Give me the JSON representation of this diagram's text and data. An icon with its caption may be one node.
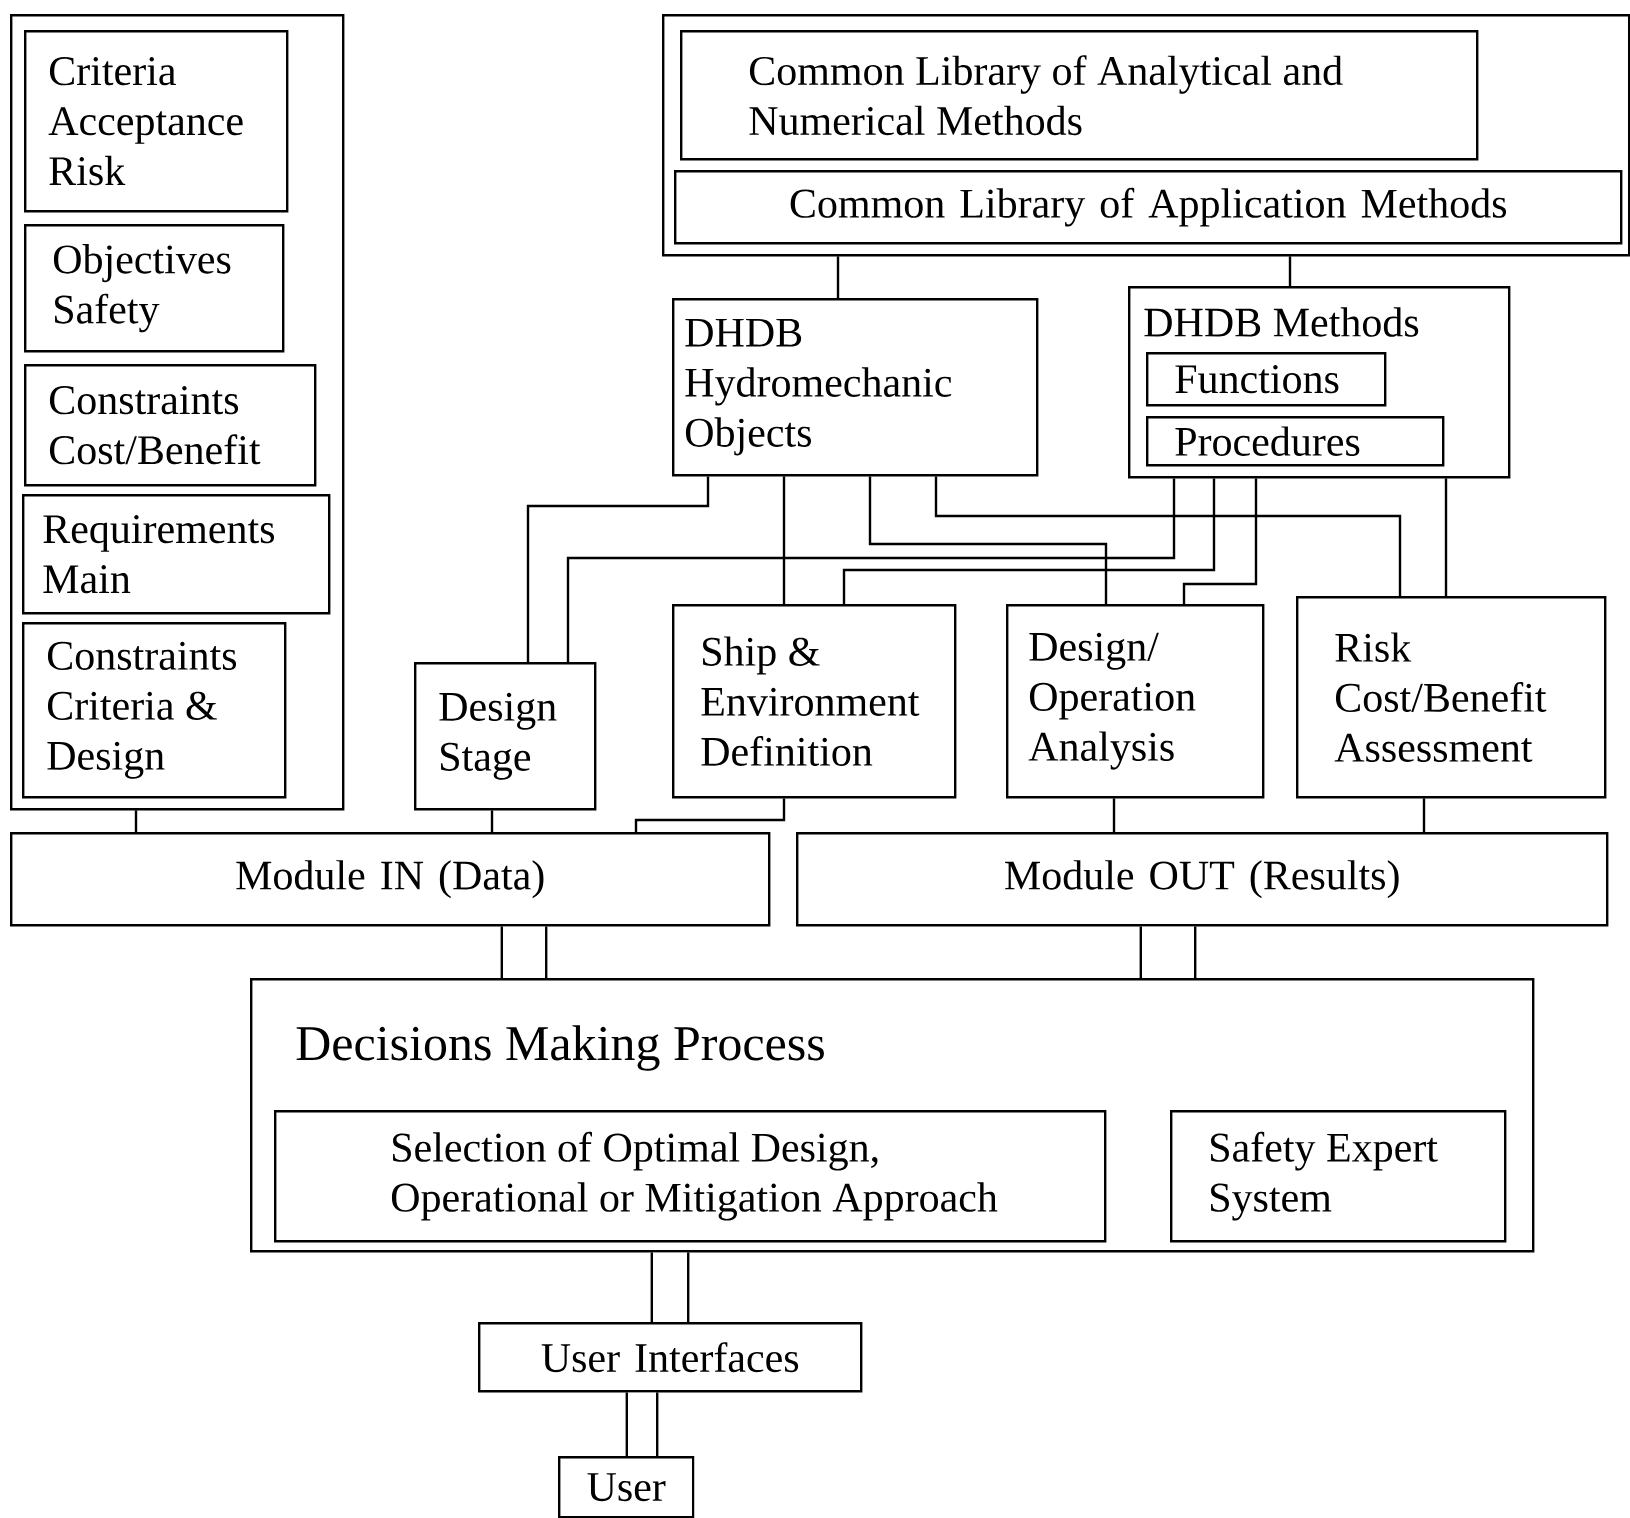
{
  "diagram": {
    "nodes": [
      {
        "text": [],
        "shape": "box"
      },
      {
        "text": [
          "Criteria Acceptance Risk"
        ],
        "in": 0
      },
      {
        "text": [
          "Objectives Safety"
        ],
        "in": 0
      },
      {
        "text": [
          "Constraints Cost/Benefit"
        ],
        "in": 0
      },
      {
        "text": [
          "Requirements Main"
        ],
        "in": 0
      },
      {
        "text": [
          "Constraints Criteria & Design"
        ],
        "in": 0
      },
      {
        "text": [],
        "shape": "box"
      },
      {
        "text": [
          "Common Library of Analytical and Numerical Methods"
        ],
        "in": 6
      },
      {
        "text": [
          "Common Library of Application Methods"
        ],
        "in": 6
      },
      {
        "text": [
          "DHDB Hydromechanic Objects"
        ]
      },
      {
        "text": [
          "DHDB Methods"
        ]
      },
      {
        "text": [
          "Functions"
        ],
        "in": 10
      },
      {
        "text": [
          "Procedures"
        ],
        "in": 10
      },
      {
        "text": [
          "Design Stage"
        ]
      },
      {
        "text": [
          "Ship & Environment Definition"
        ]
      },
      {
        "text": [
          "Design/ Operation Analysis"
        ]
      },
      {
        "text": [
          "Risk Cost/Benefit Assessment"
        ]
      },
      {
        "text": [
          "Module IN (Data)"
        ]
      },
      {
        "text": [
          "Module OUT (Results)"
        ]
      },
      {
        "text": [
          "Decisions Making Process"
        ]
      },
      {
        "text": [
          "Selection of Optimal Design, Operational or Mitigation Approach"
        ],
        "in": 19
      },
      {
        "text": [
          "Safety Expert System"
        ],
        "in": 19
      },
      {
        "text": [
          "User Interfaces"
        ]
      },
      {
        "text": [
          "User"
        ]
      }
    ],
    "edges": [
      {
        "from": 0,
        "to": 17,
        "arrow": "none"
      },
      {
        "from": 6,
        "to": 9,
        "arrow": "none"
      },
      {
        "from": 6,
        "to": 10,
        "arrow": "none"
      },
      {
        "from": 9,
        "to": 13,
        "arrow": "none"
      },
      {
        "from": 9,
        "to": 14,
        "arrow": "none"
      },
      {
        "from": 9,
        "to": 15,
        "arrow": "none"
      },
      {
        "from": 9,
        "to": 16,
        "arrow": "none"
      },
      {
        "from": 10,
        "to": 13,
        "arrow": "none"
      },
      {
        "from": 10,
        "to": 14,
        "arrow": "none"
      },
      {
        "from": 10,
        "to": 15,
        "arrow": "none"
      },
      {
        "from": 10,
        "to": 16,
        "arrow": "none"
      },
      {
        "from": 13,
        "to": 17,
        "arrow": "none"
      },
      {
        "from": 14,
        "to": 17,
        "arrow": "none"
      },
      {
        "from": 15,
        "to": 18,
        "arrow": "none"
      },
      {
        "from": 16,
        "to": 18,
        "arrow": "none"
      },
      {
        "from": 17,
        "to": 19,
        "arrow": "none",
        "style": "thick"
      },
      {
        "from": 18,
        "to": 19,
        "arrow": "none",
        "style": "thick"
      },
      {
        "from": 19,
        "to": 22,
        "arrow": "none",
        "style": "thick"
      },
      {
        "from": 22,
        "to": 23,
        "arrow": "none",
        "style": "thick"
      }
    ]
  }
}
